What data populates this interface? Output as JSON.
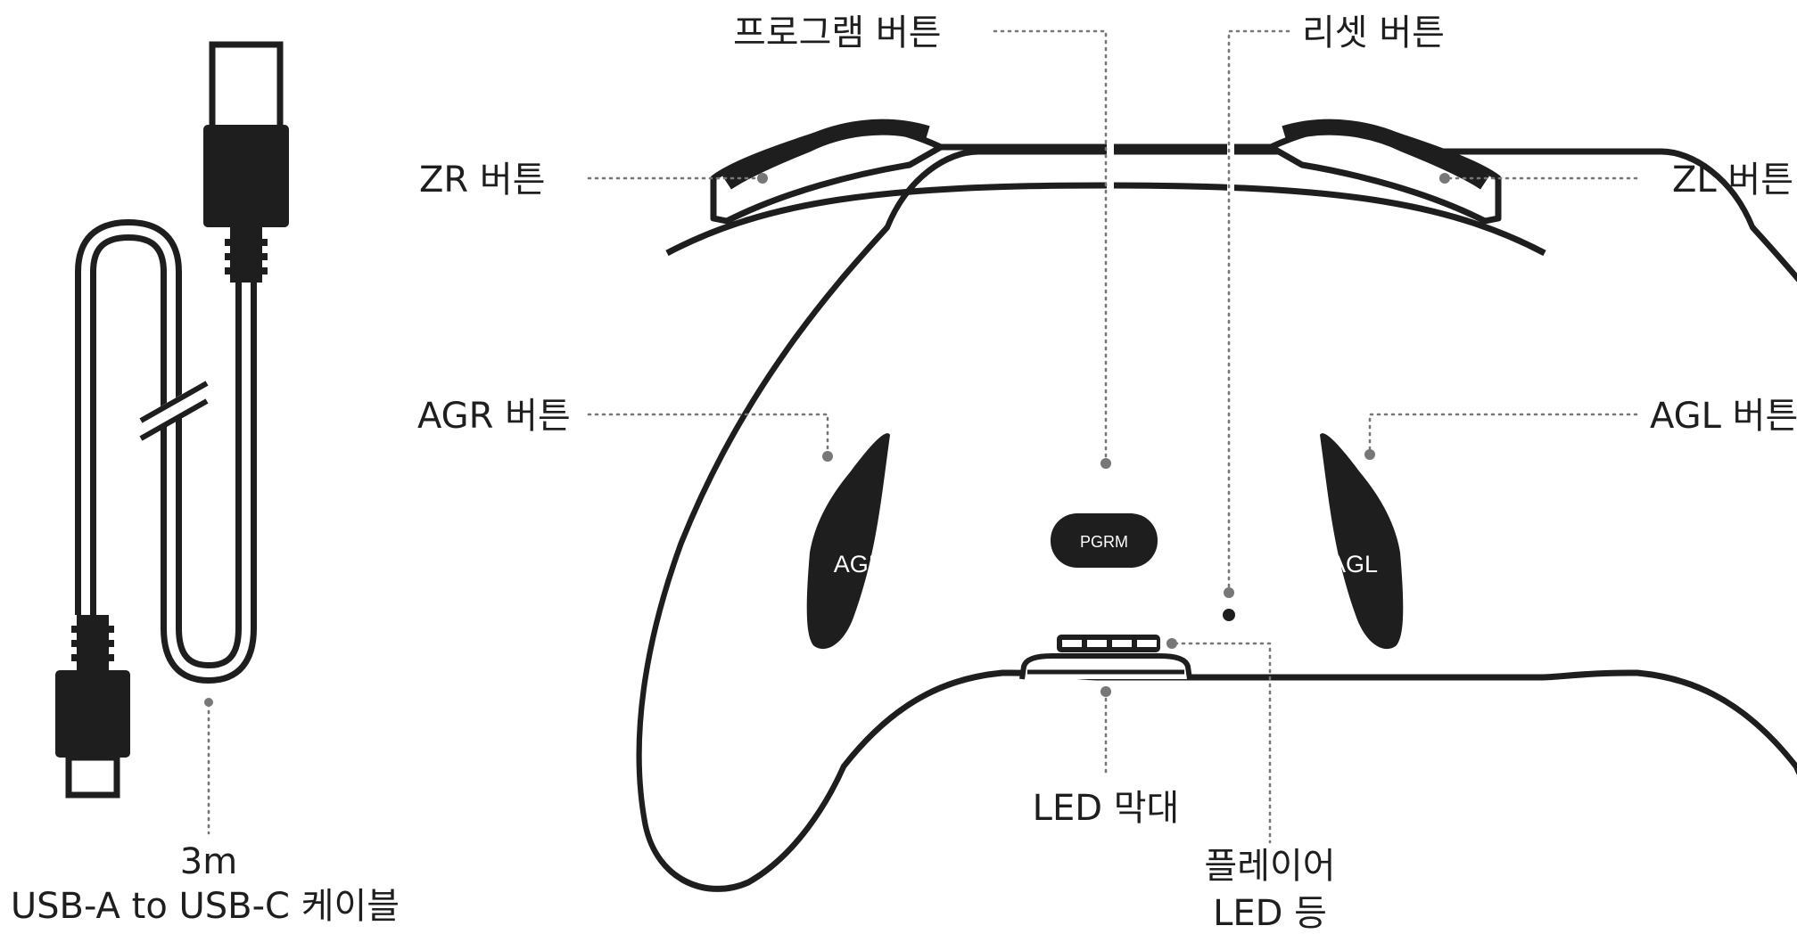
{
  "labels": {
    "program_button": "프로그램 버튼",
    "reset_button": "리셋 버튼",
    "zr_button": "ZR 버튼",
    "zl_button": "ZL 버튼",
    "agr_button": "AGR 버튼",
    "agl_button": "AGL 버튼",
    "led_bar": "LED 막대",
    "player_led_line1": "플레이어",
    "player_led_line2": "LED 등",
    "cable_length": "3m",
    "cable_desc": "USB-A to USB-C 케이블"
  },
  "buttons": {
    "agr": "AGR",
    "agl": "AGL",
    "pgrm": "PGRM"
  },
  "colors": {
    "outline": "#1e1e1e",
    "button_fill": "#1e1e1e",
    "leader": "#777777",
    "label_text": "#1e1e1e"
  }
}
